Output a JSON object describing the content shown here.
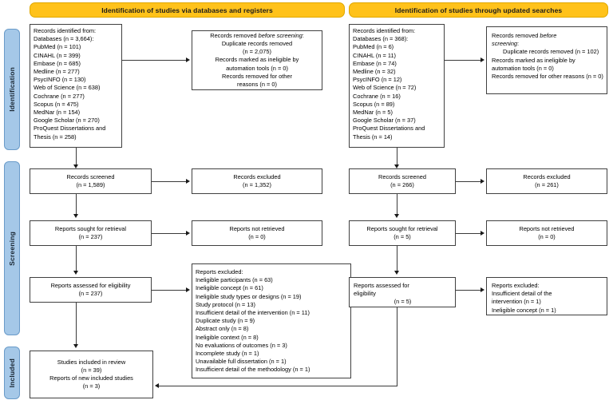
{
  "banners": {
    "left": "Identification of studies via databases and registers",
    "right": "Identification of studies through updated searches"
  },
  "phases": {
    "identification": "Identification",
    "screening": "Screening",
    "included": "Included"
  },
  "left_column": {
    "identified": {
      "title": "Records identified from:",
      "databases": "Databases (n = 3,664):",
      "sources": [
        "PubMed (n = 101)",
        "CINAHL (n = 399)",
        "Embase (n = 685)",
        "Medline (n = 277)",
        "PsycINFO (n = 130)",
        "Web of Science (n = 638)",
        "Cochrane (n = 277)",
        "Scopus (n = 475)",
        "MedNar (n = 154)",
        "Google Scholar (n = 270)",
        "ProQuest Dissertations and",
        "Thesis (n = 258)"
      ]
    },
    "removed": {
      "line1_a": "Records removed ",
      "line1_i": "before screening",
      "line1_b": ":",
      "line2": "Duplicate records removed",
      "line3": "(n = 2,075)",
      "line4": "Records marked as ineligible by",
      "line5": "automation tools (n = 0)",
      "line6": "Records removed for other",
      "line7": "reasons (n = 0)"
    },
    "screened": {
      "label": "Records screened",
      "count": "(n = 1,589)"
    },
    "excluded": {
      "label": "Records excluded",
      "count": "(n = 1,352)"
    },
    "sought": {
      "label": "Reports sought for retrieval",
      "count": "(n = 237)"
    },
    "not_retrieved": {
      "label": "Reports not retrieved",
      "count": "(n = 0)"
    },
    "assessed": {
      "label": "Reports assessed for eligibility",
      "count": "(n = 237)"
    },
    "reports_excluded": {
      "title": "Reports excluded:",
      "items": [
        "Ineligible participants (n = 63)",
        "Ineligible concept (n = 61)",
        "Ineligible study types or designs (n = 19)",
        "Study protocol (n = 13)",
        "Insufficient detail of the intervention (n = 11)",
        "Duplicate study (n = 9)",
        "Abstract only (n = 8)",
        "Ineligible context (n = 8)",
        "No evaluations of outcomes (n = 3)",
        "Incomplete study (n = 1)",
        "Unavailable full dissertation (n = 1)",
        "Insufficient detail of the methodology (n = 1)"
      ]
    },
    "included": {
      "line1": "Studies included in review",
      "line2": "(n = 39)",
      "line3": "Reports of new included studies",
      "line4": "(n = 3)"
    }
  },
  "right_column": {
    "identified": {
      "title": "Records identified from:",
      "databases": "Databases (n = 368):",
      "sources": [
        "PubMed (n = 6)",
        "CINAHL (n = 11)",
        "Embase (n = 74)",
        "Medline (n = 32)",
        "PsycINFO (n = 12)",
        "Web of Science (n = 72)",
        "Cochrane (n = 16)",
        "Scopus (n = 89)",
        "MedNar (n = 5)",
        "Google Scholar (n = 37)",
        "ProQuest Dissertations and",
        "Thesis (n = 14)"
      ]
    },
    "removed": {
      "line1_a": "Records removed ",
      "line1_i": "before",
      "line2_i": "screening",
      "line2_b": ":",
      "item1": "Duplicate records removed (n = 102)",
      "item2": "Records marked as ineligible by automation tools (n = 0)",
      "item3": "Records removed for other reasons (n = 0)"
    },
    "screened": {
      "label": "Records screened",
      "count": "(n = 266)"
    },
    "excluded": {
      "label": "Records excluded",
      "count": "(n = 261)"
    },
    "sought": {
      "label": "Reports sought for retrieval",
      "count": "(n = 5)"
    },
    "not_retrieved": {
      "label": "Reports not retrieved",
      "count": "(n = 0)"
    },
    "assessed": {
      "label1": "Reports assessed for",
      "label2": "eligibility",
      "count": "(n = 5)"
    },
    "reports_excluded": {
      "title": "Reports excluded:",
      "item1": "Insufficient detail of the",
      "item2": "intervention (n = 1)",
      "item3": "Ineligible concept (n = 1)"
    }
  },
  "colors": {
    "banner": "#FFC21A",
    "phase_bar": "#A5C8E8",
    "box_border": "#404040",
    "connector": "#3a3a3a"
  }
}
